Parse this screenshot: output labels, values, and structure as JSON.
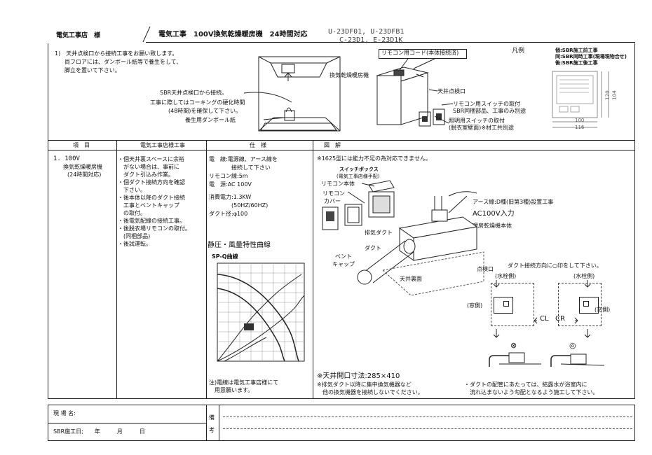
{
  "header": {
    "contractor": "電気工事店　様",
    "title": "電気工事　100V換気乾燥暖房機　24時間対応",
    "models_line1": "U-23DF01, U-23DFB1",
    "models_line2": "C-23D1, E-23D1K"
  },
  "intro": {
    "lines": [
      "1)　天井点検口から接続工事をお願い致します。",
      "　尚フロアには、ダンボール紙等で養生をして、",
      "　脚立を置いて下さい。"
    ],
    "ceiling_note": "SBR天井点検口から接続。",
    "caulk_note_1": "工事に際してはコーキングの硬化時間",
    "caulk_note_2": "(48時間)を確保して下さい。",
    "cardboard_label": "養生用ダンボール紙"
  },
  "unit_diagram": {
    "remote_cord": "リモコン用コード(本体接続済)",
    "unit_label": "換気乾燥暖房機",
    "ceiling_hatch": "天井点検口",
    "remote_switch_1": "リモコン用スイッチの取付",
    "remote_switch_2": "SBR同梱部品、工事のみ別途",
    "light_switch_1": "照明用スイッチの取付",
    "light_switch_2": "(脱衣室壁面)※材工共別途"
  },
  "legend": {
    "title": "凡例",
    "items": [
      "個:SBR施工前工事",
      "同:SBR同時工事(現場現物合せ)",
      "後:SBR施工後工事"
    ],
    "dim_h1": "120",
    "dim_h2": "104",
    "dim_w1": "100",
    "dim_w2": "116"
  },
  "table_headers": {
    "item": "項　目",
    "work": "電気工事店様工事",
    "spec": "仕　様",
    "drawing": "図　解"
  },
  "item": {
    "line1": "1. 100V",
    "line2": "換気乾燥暖房機",
    "line3": "(24時間対応)"
  },
  "work_lines": [
    "・個天井裏スペースに余裕",
    "　がない場合は、事前に",
    "　ダクト引込み作業。",
    "・個ダクト接続方向を確認",
    "　下さい。",
    "・後本体以降のダクト接続",
    "　工事とベントキャップ",
    "　の取付。",
    "・後電気配線の接続工事。",
    "・後脱衣場リモコンの取付。",
    "　(同梱部品)",
    "・後試運転。"
  ],
  "spec_lines": [
    "電　線:電源線、アース線を",
    "　　　　接続して下さい",
    "リモコン線:5m",
    "電　源:AC 100V",
    "",
    "消費電力:1.3KW",
    "　　　　(50HZ/60HZ)",
    "ダクト径:φ100"
  ],
  "curve": {
    "title": "静圧・風量特性曲線",
    "chart_title": "SP-Q曲線"
  },
  "spec_note_1": "注)電線は電気工事店様にて",
  "spec_note_2": "　用意願います。",
  "drawing": {
    "warning": "※1625型には能力不足の為対応できません。",
    "switch_box_1": "スイッチボックス",
    "switch_box_2": "(電気工事店様手配)",
    "remote_body": "リモコン本体",
    "remote_cover_1": "リモコン",
    "remote_cover_2": "カバー",
    "earth": "アース線:D種(旧第3種)設置工事",
    "ac_input": "AC100V入力",
    "unit_body": "暖房乾燥機本体",
    "exhaust_duct": "排気ダクト",
    "duct": "ダクト",
    "vent_cap_1": "ベント",
    "vent_cap_2": "キャップ",
    "ceiling_back": "天井裏面",
    "hatch": "点検口",
    "direction_note": "ダクト接続方向に○印をして下さい。",
    "water_side_left": "(水栓側)",
    "water_side_right": "(水栓側)",
    "window_left": "(窓側)",
    "window_right": "(窓側)",
    "cl": "CL",
    "cr": "CR",
    "mark_ng": "⊗",
    "mark_ok": "◎",
    "ceiling_size": "※天井開口寸法:285×410",
    "note_exhaust_1": "※排気ダクト以降に集中換気機器など",
    "note_exhaust_2": "　他の換気機器を接続しないでください。",
    "note_piping_1": "・ダクトの配管にあたっては、結露水が浴室内に",
    "note_piping_2": "　流れ込まないよう勾配となるよう施工して下さい。"
  },
  "footer": {
    "site_name": "現 場 名:",
    "sbr_date": "SBR施工日;　　年　　　月　　　日",
    "remarks_1": "備",
    "remarks_2": "考"
  }
}
